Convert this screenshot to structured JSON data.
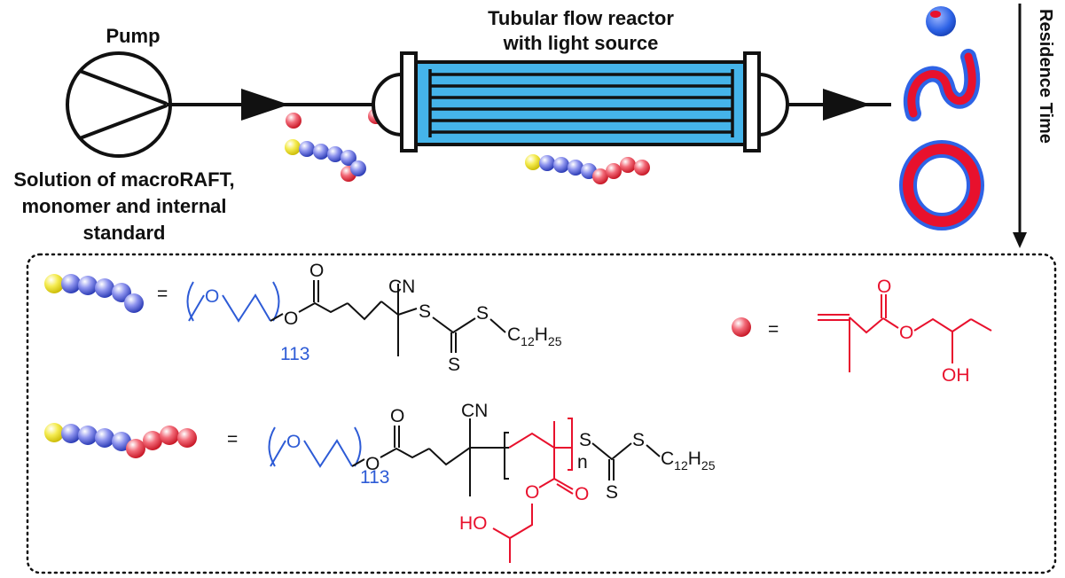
{
  "labels": {
    "pump": "Pump",
    "reactor_line1": "Tubular flow reactor",
    "reactor_line2": "with light source",
    "solution_line1": "Solution of macroRAFT,",
    "solution_line2": "monomer and internal",
    "solution_line3": "standard",
    "residence_time": "Residence Time"
  },
  "legend": {
    "equals": "=",
    "macroraft": {
      "O": "O",
      "repeat": "113",
      "ester_O": "O",
      "carbonyl_O": "O",
      "CN": "CN",
      "S1": "S",
      "S2": "S",
      "S3": "S",
      "chain_C": "C",
      "chain_sub1": "12",
      "chain_H": "H",
      "chain_sub2": "25"
    },
    "monomer": {
      "carbonyl_O": "O",
      "ester_O": "O",
      "OH": "OH"
    },
    "block_copolymer": {
      "O": "O",
      "repeat": "113",
      "ester_O": "O",
      "carbonyl_O": "O",
      "CN": "CN",
      "n": "n",
      "S1": "S",
      "S2": "S",
      "S3": "S",
      "chain_C": "C",
      "chain_sub1": "12",
      "chain_H": "H",
      "chain_sub2": "25",
      "side_O1": "O",
      "side_O2": "O",
      "HO": "HO"
    }
  },
  "colors": {
    "peg_blue": "#2d5bd6",
    "hpma_red": "#e8112d",
    "reactor_blue": "#45b4ea",
    "bead_blue": "#6f78e0",
    "bead_red": "#ee3a4c",
    "bead_yellow": "#f2e61e"
  }
}
